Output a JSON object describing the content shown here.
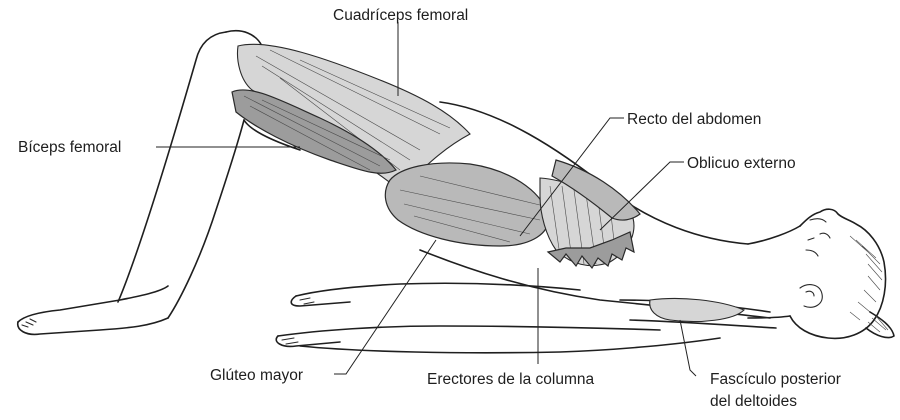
{
  "labels": {
    "cuadriceps": "Cuadríceps femoral",
    "biceps": "Bíceps femoral",
    "recto": "Recto del abdomen",
    "oblicuo": "Oblicuo externo",
    "gluteo": "Glúteo mayor",
    "erectores": "Erectores de la columna",
    "deltoides_line1": "Fascículo posterior",
    "deltoides_line2": "del deltoides"
  }
}
